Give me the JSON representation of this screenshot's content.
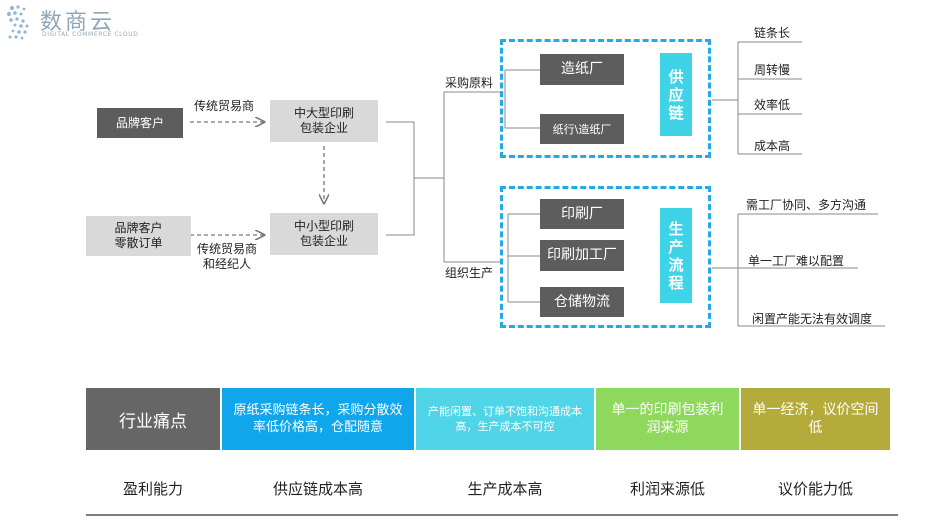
{
  "brand": {
    "name": "数商云",
    "tagline": "DIGITAL COMMERCE CLOUD"
  },
  "flow": {
    "customer_top": "品牌客户",
    "customer_bottom_line1": "品牌客户",
    "customer_bottom_line2": "零散订单",
    "arrow_top_label": "传统贸易商",
    "arrow_bottom_label_line1": "传统贸易商",
    "arrow_bottom_label_line2": "和经纪人",
    "enterprise_large_line1": "中大型印刷",
    "enterprise_large_line2": "包装企业",
    "enterprise_small_line1": "中小型印刷",
    "enterprise_small_line2": "包装企业",
    "branch_purchase": "采购原料",
    "branch_production": "组织生产"
  },
  "supply_chain": {
    "label": "供应链",
    "items": [
      "造纸厂",
      "纸行\\造纸厂"
    ],
    "issues": [
      "链条长",
      "周转慢",
      "效率低",
      "成本高"
    ]
  },
  "production": {
    "label": "生产流程",
    "items": [
      "印刷厂",
      "印刷加工厂",
      "仓储物流"
    ],
    "issues": [
      "需工厂协同、多方沟通",
      "单一工厂难以配置",
      "闲置产能无法有效调度"
    ]
  },
  "pain_points": {
    "header": "行业痛点",
    "columns": [
      {
        "text": "原纸采购链条长，采购分散效率低价格高，仓配随意",
        "footer": "供应链成本高",
        "color": "#10a6ec"
      },
      {
        "text": "产能闲置、订单不饱和沟通成本高，生产成本不可控",
        "footer": "生产成本高",
        "color": "#4fd4e8"
      },
      {
        "text": "单一的印刷包装利润来源",
        "footer": "利润来源低",
        "color": "#8ed95d"
      },
      {
        "text": "单一经济，议价空间低",
        "footer": "议价能力低",
        "color": "#b5ab3b"
      }
    ],
    "first_footer": "盈利能力",
    "header_color": "#666666"
  }
}
